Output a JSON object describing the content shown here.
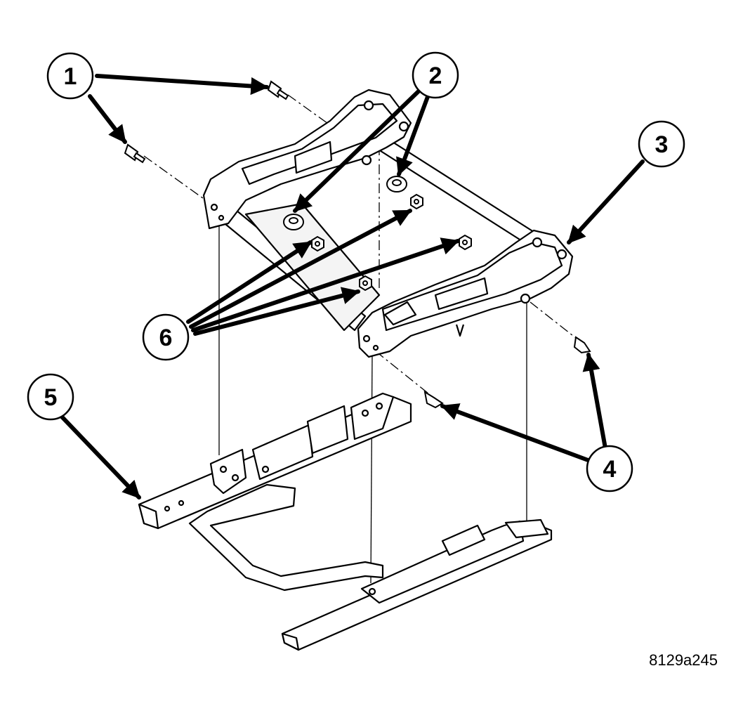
{
  "figure": {
    "code": "8129a245"
  },
  "callouts": [
    {
      "id": "1",
      "label": "1"
    },
    {
      "id": "2",
      "label": "2"
    },
    {
      "id": "3",
      "label": "3"
    },
    {
      "id": "4",
      "label": "4"
    },
    {
      "id": "5",
      "label": "5"
    },
    {
      "id": "6",
      "label": "6"
    }
  ],
  "colors": {
    "ink": "#000000",
    "paper": "#ffffff"
  }
}
